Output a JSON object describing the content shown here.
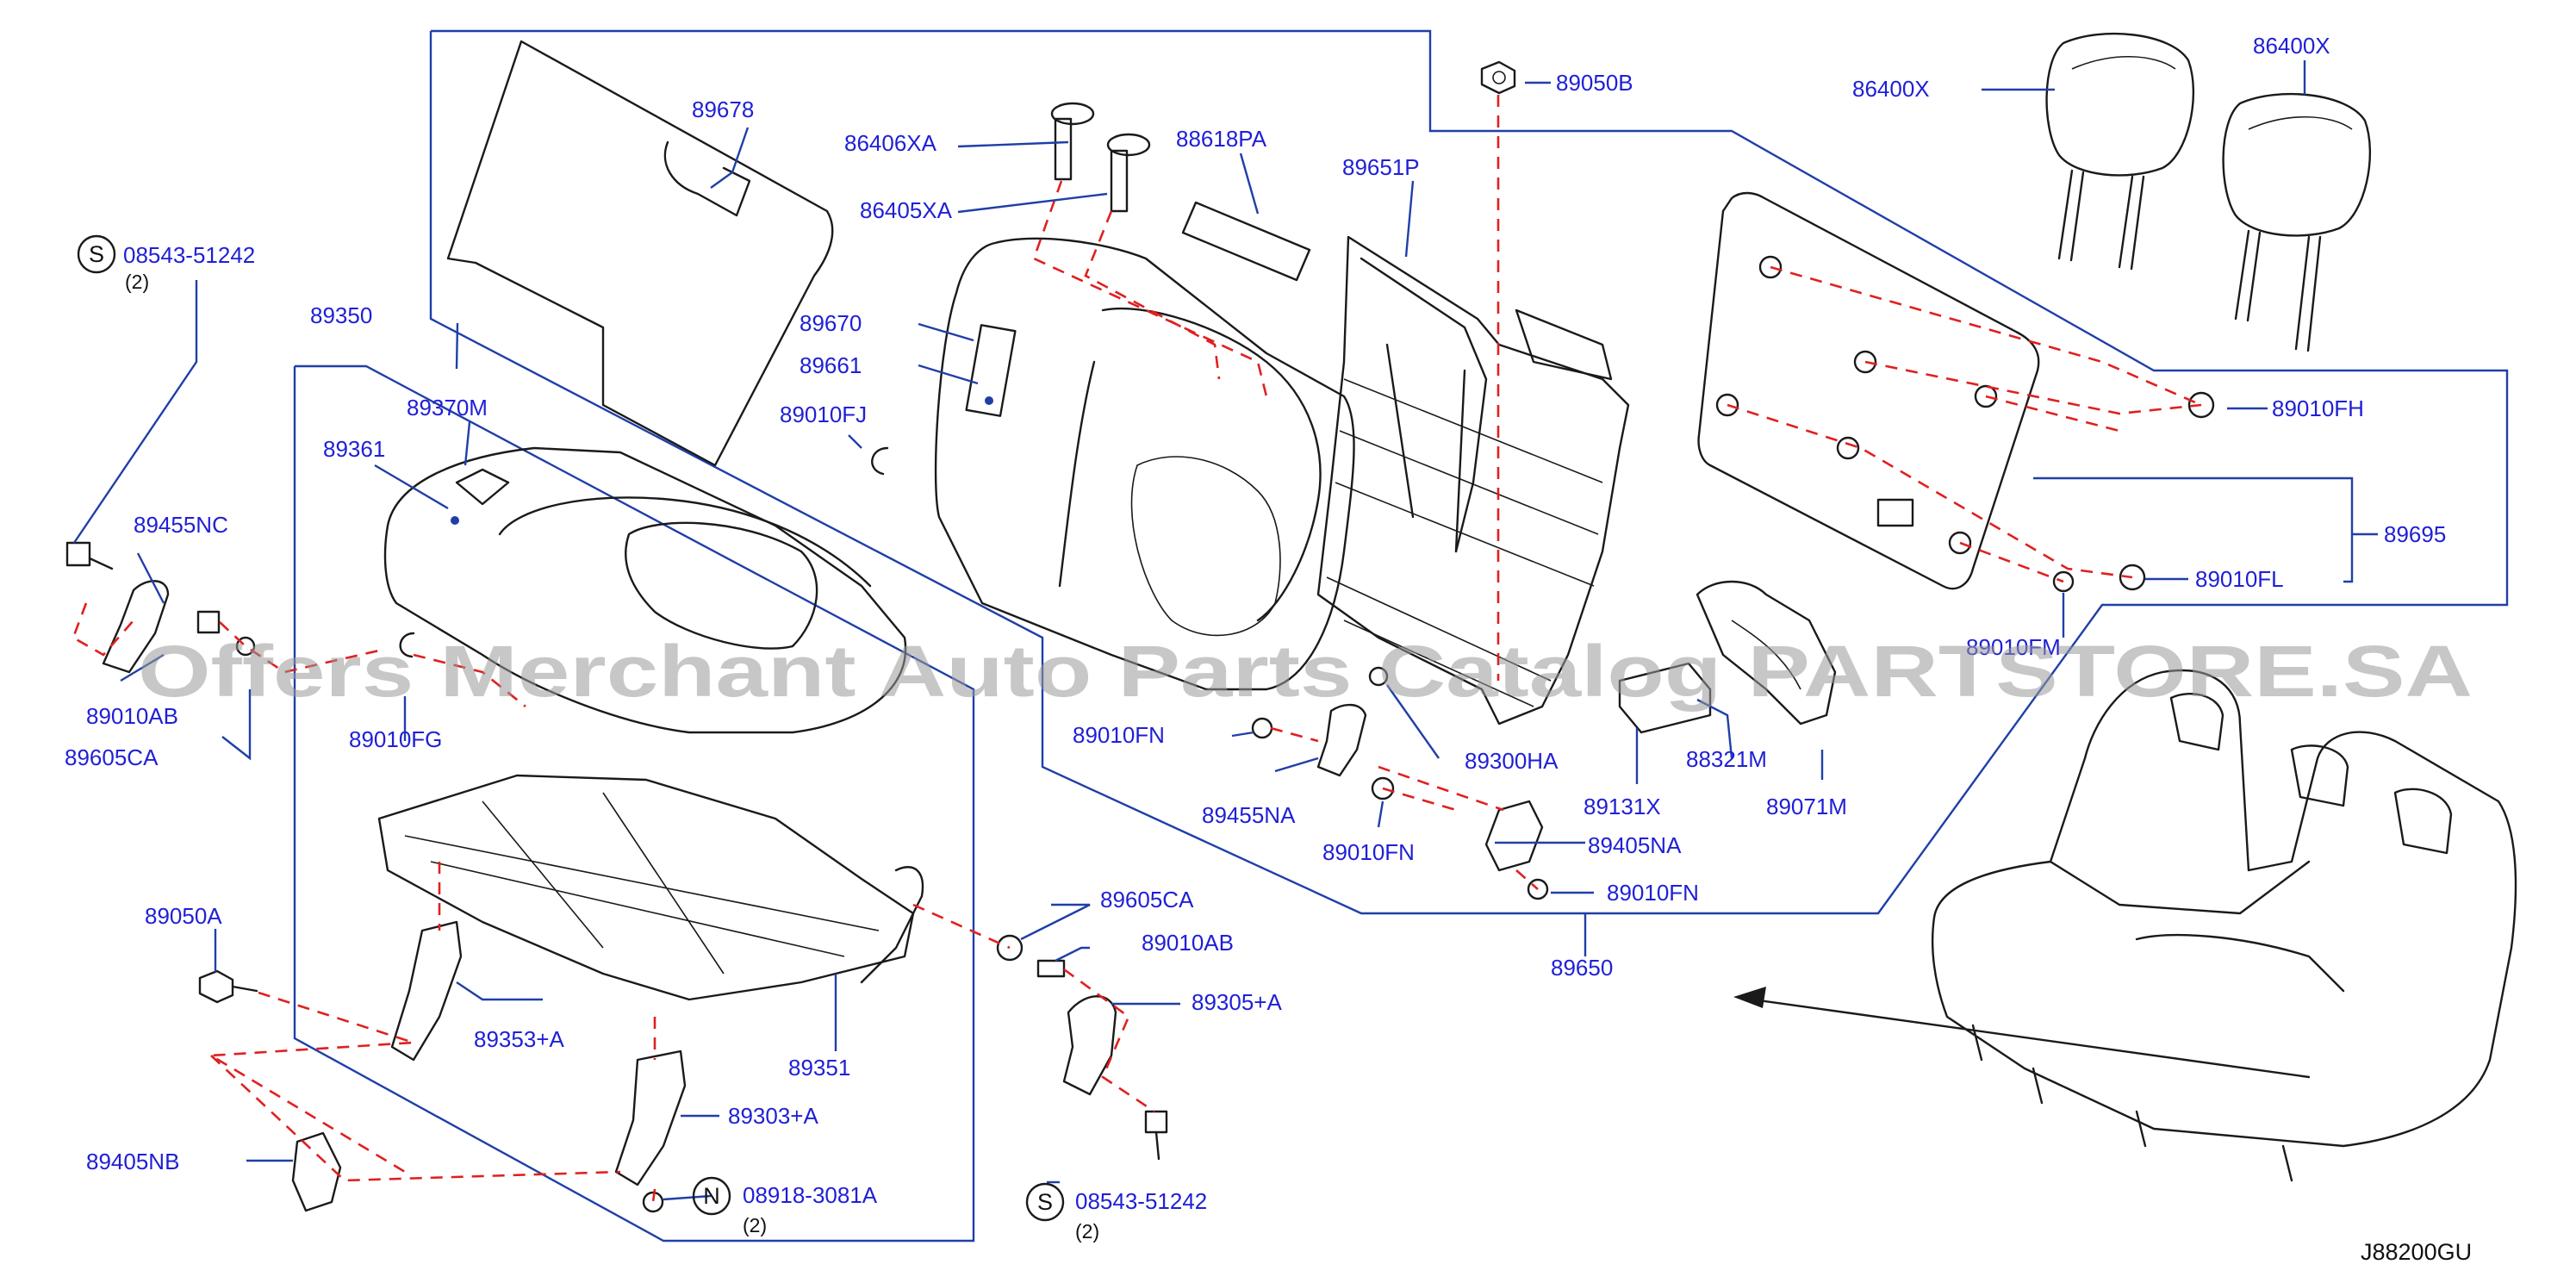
{
  "diagram_code": "J88200GU",
  "watermark": "Offers Merchant Auto Parts Catalog PARTSTORE.SA",
  "colors": {
    "label": "#1f1fd6",
    "leader": "#1f3fa8",
    "dashed": "#e02020",
    "line": "#1a1a1a"
  },
  "callouts": {
    "c89678": "89678",
    "c86406xa": "86406XA",
    "c86405xa": "86405XA",
    "c88618pa": "88618PA",
    "c89651p": "89651P",
    "c89050b": "89050B",
    "c86400x_l": "86400X",
    "c86400x_r": "86400X",
    "c08543_top": "08543-51242",
    "c08543_top_qty": "(2)",
    "c89350": "89350",
    "c89370m": "89370M",
    "c89361": "89361",
    "c89670": "89670",
    "c89661": "89661",
    "c89010fj": "89010FJ",
    "c89010fh": "89010FH",
    "c89455nc": "89455NC",
    "c89695": "89695",
    "c89010fl": "89010FL",
    "c89010fm": "89010FM",
    "c89010ab_l": "89010AB",
    "c89010fg": "89010FG",
    "c89605ca_l": "89605CA",
    "c89010fn_1": "89010FN",
    "c89300ha": "89300HA",
    "c88321m": "88321M",
    "c89131x": "89131X",
    "c89071m": "89071M",
    "c89455na": "89455NA",
    "c89010fn_2": "89010FN",
    "c89405na": "89405NA",
    "c89010fn_3": "89010FN",
    "c89650": "89650",
    "c89605ca_r": "89605CA",
    "c89050a": "89050A",
    "c89010ab_r": "89010AB",
    "c89305a": "89305+A",
    "c89353a": "89353+A",
    "c89351": "89351",
    "c89303a": "89303+A",
    "c89405nb": "89405NB",
    "c08918": "08918-3081A",
    "c08918_qty": "(2)",
    "c08543_bot": "08543-51242",
    "c08543_bot_qty": "(2)"
  },
  "symbols": {
    "screw_s": "S",
    "nut_n": "N"
  }
}
